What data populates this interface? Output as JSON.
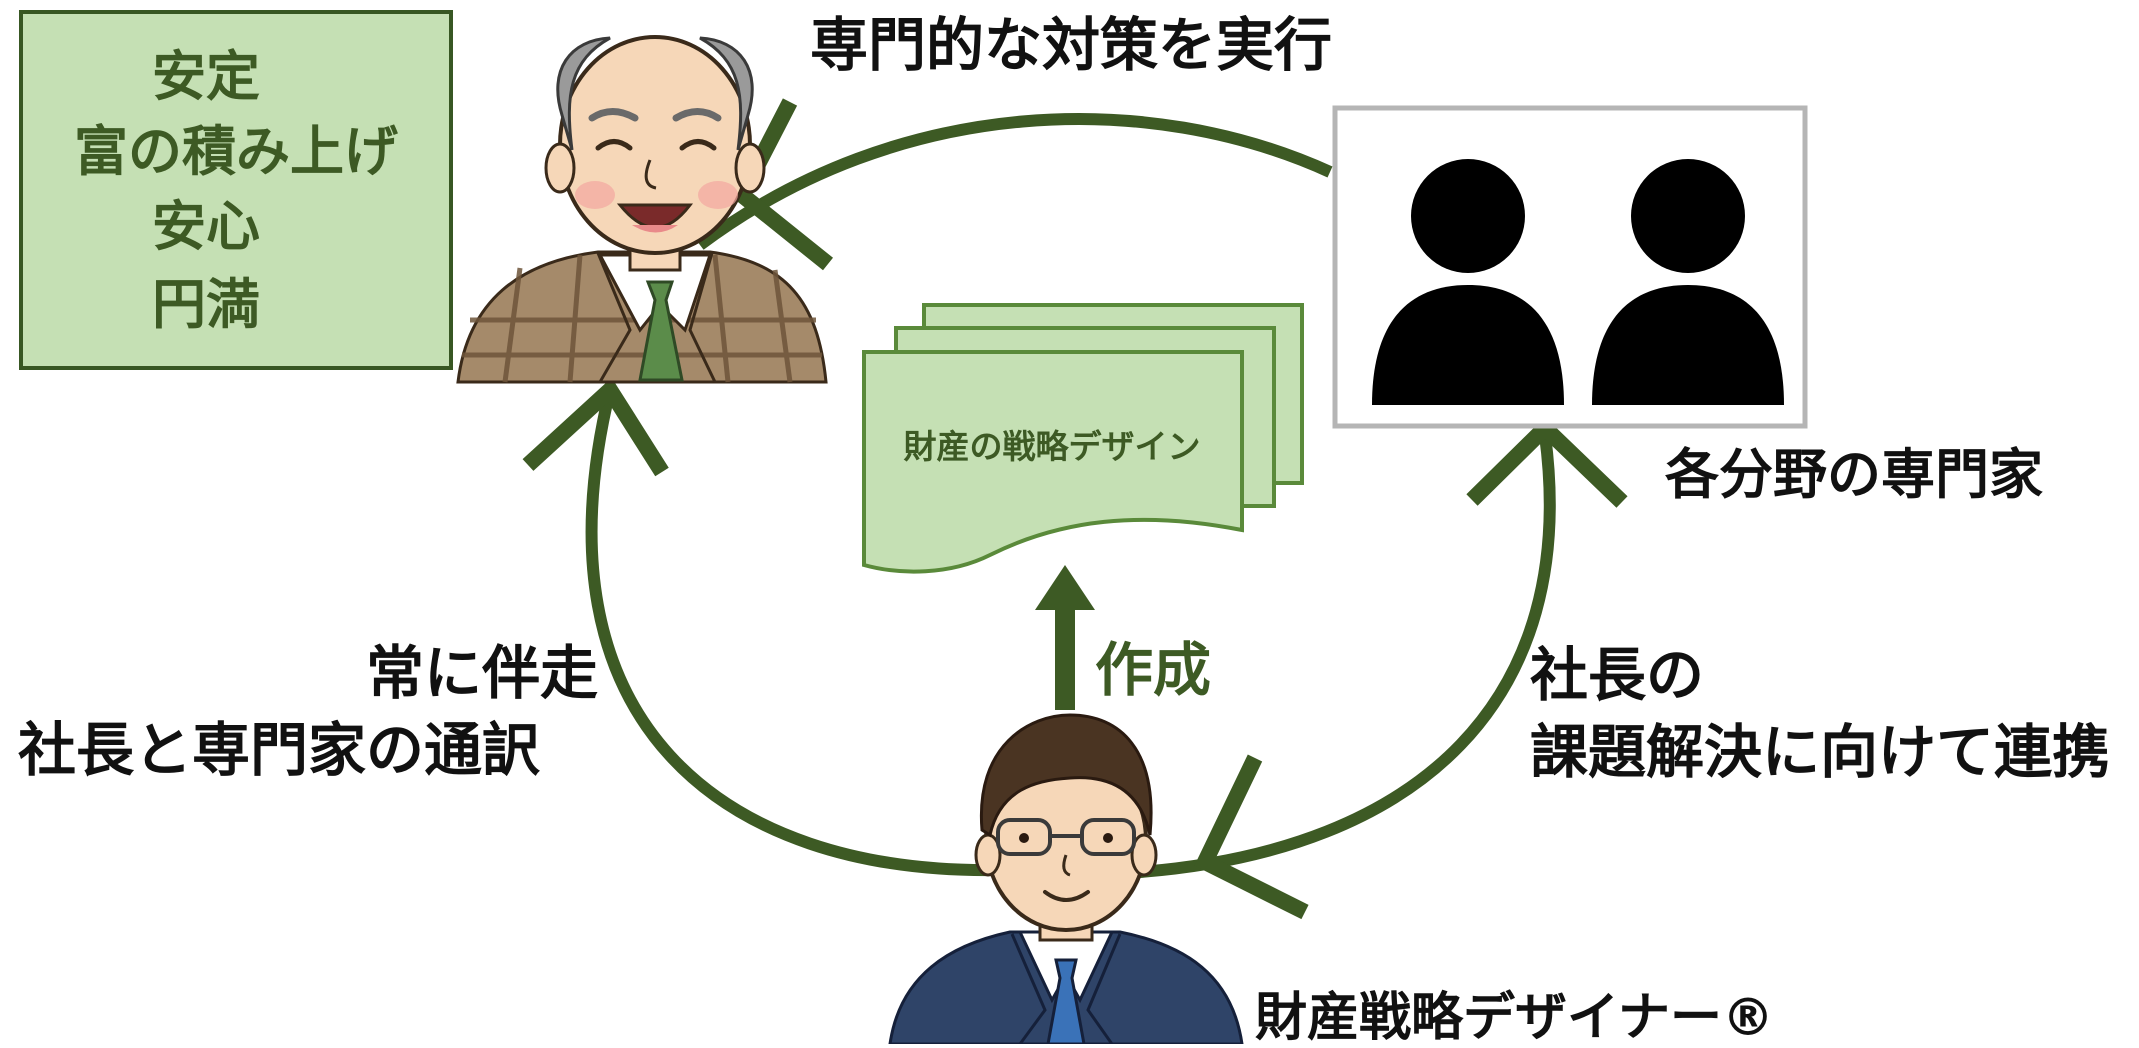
{
  "colors": {
    "arrow_green": "#3d5a24",
    "box_fill": "#c5e0b4",
    "box_border": "#385723",
    "doc_fill": "#c5e0b4",
    "doc_border": "#5a8a3a",
    "label_text": "#111111"
  },
  "goals_box": {
    "lines": [
      "安定",
      "富の積み上げ",
      "安心",
      "円満"
    ]
  },
  "top_label": "専門的な対策を実行",
  "experts_label": "各分野の専門家",
  "document_label": "財産の戦略デザイン",
  "create_label": "作成",
  "left_label": {
    "line1": "常に伴走",
    "line2": "社長と専門家の通訳"
  },
  "right_label": {
    "line1": "社長の",
    "line2": "課題解決に向けて連携"
  },
  "designer_label": "財産戦略デザイナー®",
  "icons": {
    "president": "elderly-man-illustration",
    "experts": "two-person-silhouette-icon",
    "designer": "businessman-with-glasses-illustration"
  }
}
